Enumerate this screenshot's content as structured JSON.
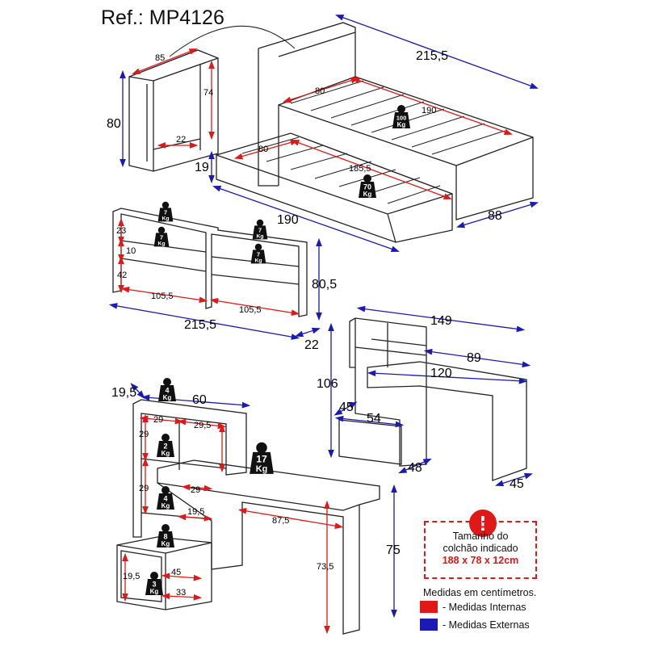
{
  "ref_label": "Ref.: MP4126",
  "colors": {
    "internal": "#e01818",
    "external": "#1a1ab4",
    "outline": "#222222"
  },
  "weights": {
    "bed_100": [
      "100",
      "Kg"
    ],
    "trundle_70": [
      "70",
      "Kg"
    ],
    "shelf_7a": [
      "7",
      "Kg"
    ],
    "shelf_7b": [
      "7",
      "Kg"
    ],
    "shelf_7c": [
      "7",
      "Kg"
    ],
    "shelf_7d": [
      "7",
      "Kg"
    ],
    "desk_top_4": [
      "4",
      "Kg"
    ],
    "desk_2": [
      "2",
      "Kg"
    ],
    "desk_4b": [
      "4",
      "Kg"
    ],
    "desk_8": [
      "8",
      "Kg"
    ],
    "desk_3": [
      "3",
      "Kg"
    ],
    "desk_17": [
      "17",
      "Kg"
    ]
  },
  "dims": {
    "cab_width": "85",
    "cab_inner_h": "74",
    "cab_height": "80",
    "cab_depth": "22",
    "bed_length": "215,5",
    "bed_inner_w": "80",
    "bed_inner_l": "190",
    "trundle_inner_w": "80",
    "trundle_inner_l": "185,5",
    "trundle_h": "19",
    "bed_side": "190",
    "bed_depth": "88",
    "shelf_h1": "23",
    "shelf_h2": "10",
    "shelf_h3": "42",
    "shelf_w1": "105,5",
    "shelf_w2": "105,5",
    "shelf_total": "215,5",
    "shelf_height": "80,5",
    "shelf_depth": "22",
    "desk_s_total": "149",
    "desk_s_89": "89",
    "desk_s_120": "120",
    "desk_s_height": "106",
    "desk_s_45a": "45",
    "desk_s_54": "54",
    "desk_s_48": "48",
    "desk_s_45b": "45",
    "d_19_5": "19,5",
    "d_60": "60",
    "d_29a": "29",
    "d_29_5": "29,5",
    "d_29b": "29",
    "d_29c": "29",
    "d_29d": "29",
    "d_19_5b": "19,5",
    "d_87_5": "87,5",
    "d_73_5": "73,5",
    "d_75": "75",
    "d_19_5c": "19,5",
    "d_45": "45",
    "d_33": "33"
  },
  "notice": {
    "line1": "Tamanho do",
    "line2": "colchão indicado",
    "size": "188 x 78 x 12cm"
  },
  "legend": {
    "title": "Medidas em centímetros.",
    "internal": "- Medidas Internas",
    "external": "- Medidas Externas"
  }
}
